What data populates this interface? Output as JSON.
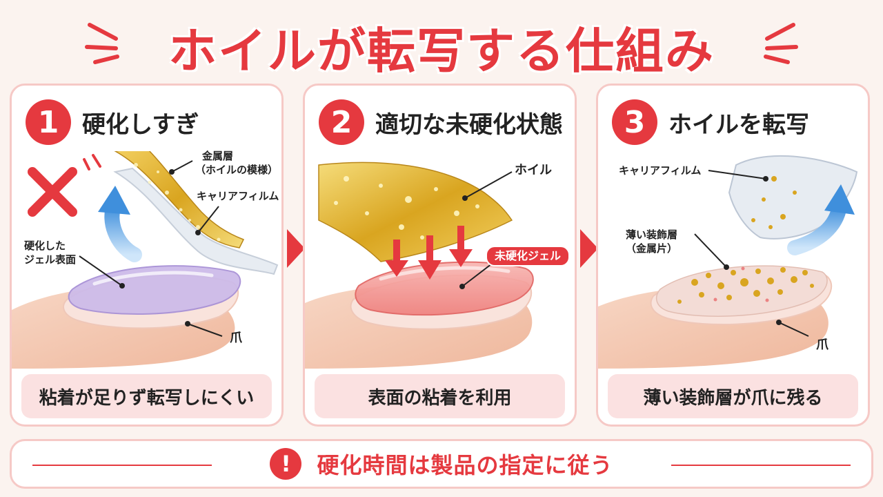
{
  "title": "ホイルが転写する仕組み",
  "panels": [
    {
      "number": "1",
      "title": "硬化しすぎ",
      "labels": {
        "metal_layer_line1": "金属層",
        "metal_layer_line2": "（ホイルの模様）",
        "carrier_film": "キャリアフィルム",
        "cured_surface_line1": "硬化した",
        "cured_surface_line2": "ジェル表面",
        "nail": "爪"
      },
      "caption": "粘着が足りず転写しにくい"
    },
    {
      "number": "2",
      "title": "適切な未硬化状態",
      "labels": {
        "foil": "ホイル",
        "uncured_gel": "未硬化ジェル"
      },
      "caption": "表面の粘着を利用"
    },
    {
      "number": "3",
      "title": "ホイルを転写",
      "labels": {
        "carrier_film": "キャリアフィルム",
        "thin_layer_line1": "薄い装飾層",
        "thin_layer_line2": "（金属片）",
        "nail": "爪"
      },
      "caption": "薄い装飾層が爪に残る"
    }
  ],
  "footer": {
    "icon": "!",
    "text": "硬化時間は製品の指定に従う"
  },
  "colors": {
    "accent": "#e5393f",
    "panel_border": "#f6c9c6",
    "caption_bg": "#fbe1e1",
    "gold": "#d9a520",
    "cured_gel": "#c8b5e6",
    "uncured_gel": "#f49a9a",
    "blue_arrow": "#4a9be0"
  }
}
